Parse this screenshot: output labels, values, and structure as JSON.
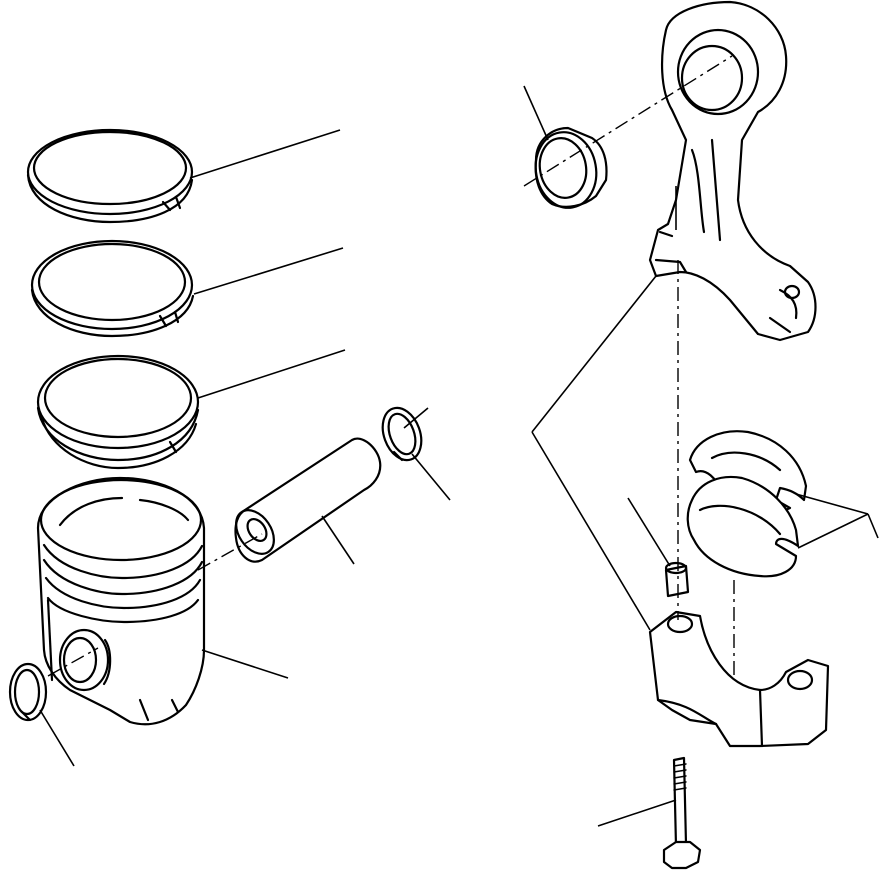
{
  "diagram": {
    "kind": "exploded-parts-view",
    "parts": [
      {
        "id": "top-ring",
        "name": "piston-ring-top"
      },
      {
        "id": "second-ring",
        "name": "piston-ring-second"
      },
      {
        "id": "oil-ring",
        "name": "piston-ring-oil"
      },
      {
        "id": "piston",
        "name": "piston"
      },
      {
        "id": "piston-pin",
        "name": "piston-pin"
      },
      {
        "id": "snap-ring-right",
        "name": "snap-ring"
      },
      {
        "id": "snap-ring-left",
        "name": "snap-ring"
      },
      {
        "id": "small-end-bushing",
        "name": "bushing"
      },
      {
        "id": "connecting-rod",
        "name": "connecting-rod"
      },
      {
        "id": "bearing-shells",
        "name": "connecting-rod-bearing"
      },
      {
        "id": "dowel",
        "name": "dowel"
      },
      {
        "id": "rod-cap",
        "name": "connecting-rod-cap"
      },
      {
        "id": "rod-bolt",
        "name": "bolt"
      }
    ],
    "colors": {
      "ink": "#000000",
      "paper": "#ffffff"
    }
  }
}
